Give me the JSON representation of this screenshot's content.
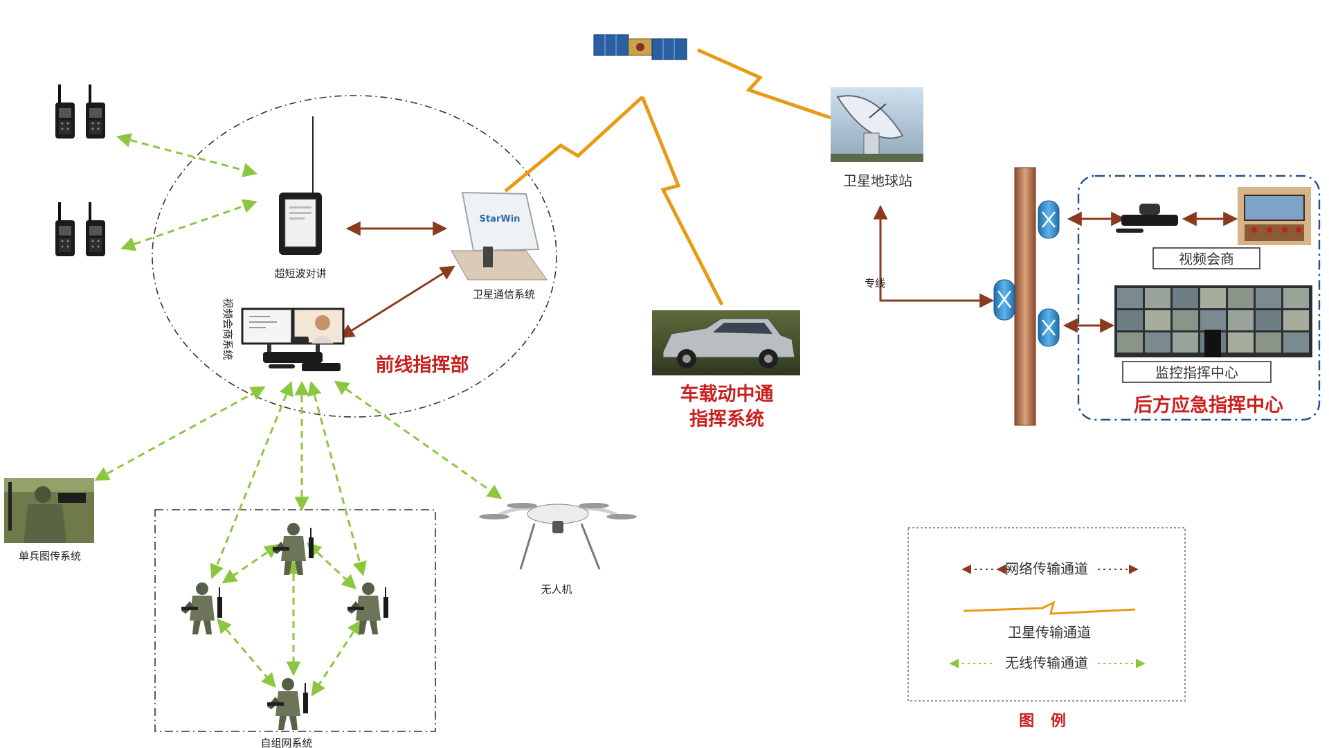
{
  "labels": {
    "ultrashort_radio": "超短波对讲",
    "sat_comm_system": "卫星通信系统",
    "video_conf_vertical": "视频会商系统",
    "frontline_command": "前线指挥部",
    "sat_ground_station": "卫星地球站",
    "dedicated_line": "专线",
    "vehicle_line1": "车载动中通",
    "vehicle_line2": "指挥系统",
    "video_conference": "视频会商",
    "monitor_center": "监控指挥中心",
    "rear_command": "后方应急指挥中心",
    "soldier_image": "单兵图传系统",
    "drone": "无人机",
    "adhoc_network": "自组网系统",
    "starwin": "StarWin"
  },
  "legend": {
    "title": "图 例",
    "network": "网络传输通道",
    "satellite": "卫星传输通道",
    "wireless": "无线传输通道"
  },
  "colors": {
    "network_arrow": "#8b3a1e",
    "satellite_link": "#e79b15",
    "wireless_arrow": "#8cc63f",
    "title_red": "#c8201e",
    "pole": "#b5714d",
    "router": "#2a86c8",
    "solar_panel": "#2b5fa3"
  },
  "icons": {
    "walkie_talkies": "walkie-talkie-icon",
    "satellite": "satellite-icon",
    "dish": "satellite-dish-icon",
    "vehicle": "suv-icon",
    "drone": "quadcopter-icon",
    "soldier": "soldier-icon",
    "router": "router-icon",
    "tablet": "rugged-tablet-icon",
    "monitor": "monitor-icon"
  }
}
